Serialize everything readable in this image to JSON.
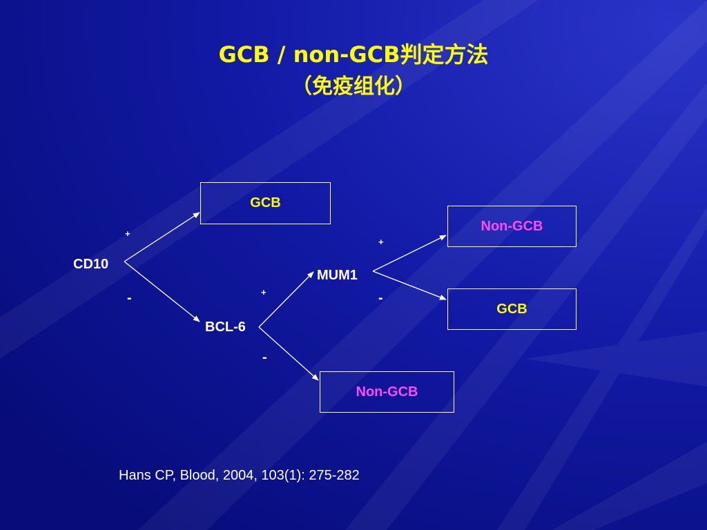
{
  "title": {
    "line1": "GCB / non-GCB判定方法",
    "line2": "（免疫组化）"
  },
  "nodes": {
    "cd10": "CD10",
    "bcl6": "BCL-6",
    "mum1": "MUM1"
  },
  "outcomes": {
    "gcb_top": "GCB",
    "nongcb_right": "Non-GCB",
    "gcb_right": "GCB",
    "nongcb_bottom": "Non-GCB"
  },
  "signs": {
    "cd10_pos": "+",
    "cd10_neg": "-",
    "bcl6_pos": "+",
    "bcl6_neg": "-",
    "mum1_pos": "+",
    "mum1_neg": "-"
  },
  "reference": "Hans CP, Blood, 2004, 103(1): 275-282",
  "colors": {
    "background": "#0a0f8c",
    "title": "#ffff00",
    "gcb": "#ffff00",
    "non_gcb": "#ff4df2",
    "lines": "#ffffff"
  }
}
